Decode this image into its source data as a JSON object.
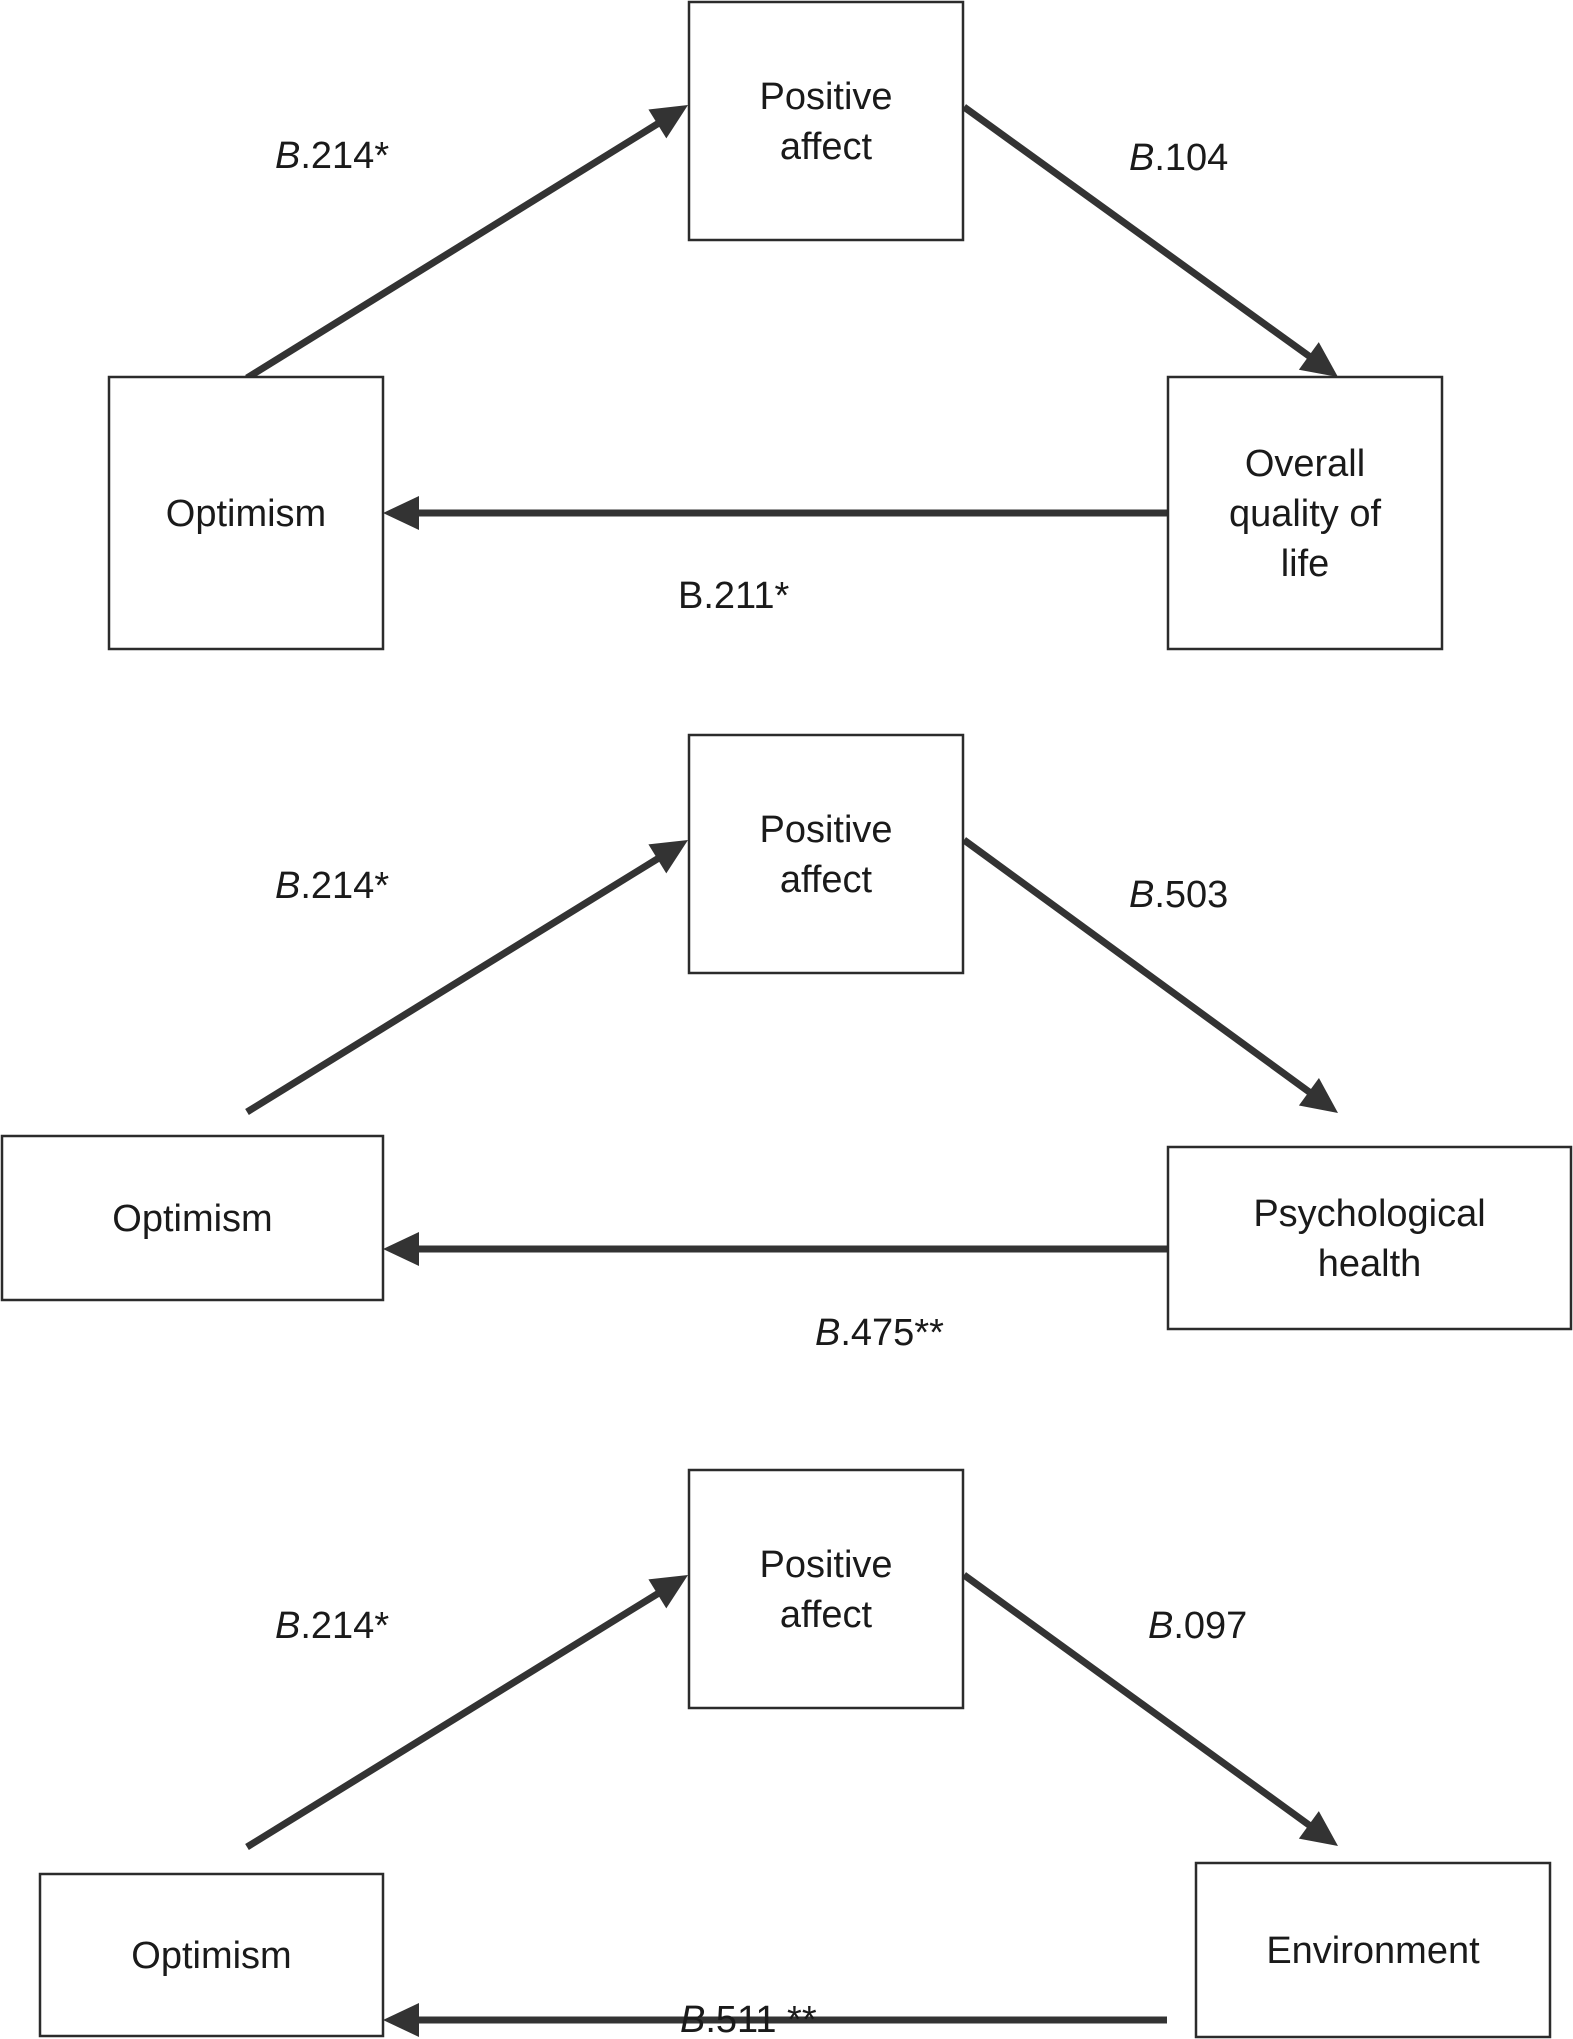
{
  "colors": {
    "stroke": "#333333",
    "box_border": "#2b2b2b",
    "text": "#1a1a1a",
    "background": "#ffffff"
  },
  "panels": [
    {
      "nodes": {
        "mediator": [
          "Positive",
          "affect"
        ],
        "predictor": [
          "Optimism"
        ],
        "outcome": [
          "Overall",
          "quality of",
          "life"
        ]
      },
      "paths": {
        "a": {
          "prefix": "B",
          "value": ".214*",
          "prefix_italic": true
        },
        "b": {
          "prefix": "B",
          "value": ".104",
          "prefix_italic": true
        },
        "c": {
          "prefix": "B",
          "value": ".211*",
          "prefix_italic": false
        }
      }
    },
    {
      "nodes": {
        "mediator": [
          "Positive",
          "affect"
        ],
        "predictor": [
          "Optimism"
        ],
        "outcome": [
          "Psychological",
          "health"
        ]
      },
      "paths": {
        "a": {
          "prefix": "B",
          "value": ".214*",
          "prefix_italic": true
        },
        "b": {
          "prefix": "B",
          "value": ".503",
          "prefix_italic": true
        },
        "c": {
          "prefix": "B",
          "value": ".475**",
          "prefix_italic": true
        }
      }
    },
    {
      "nodes": {
        "mediator": [
          "Positive",
          "affect"
        ],
        "predictor": [
          "Optimism"
        ],
        "outcome": [
          "Environment"
        ]
      },
      "paths": {
        "a": {
          "prefix": "B",
          "value": ".214*",
          "prefix_italic": true
        },
        "b": {
          "prefix": "B",
          "value": ".097",
          "prefix_italic": true
        },
        "c": {
          "prefix": "B",
          "value": ".511 **",
          "prefix_italic": true
        }
      }
    }
  ]
}
